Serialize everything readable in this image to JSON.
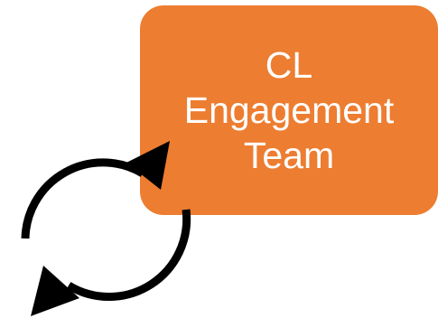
{
  "team_box": {
    "label_lines": [
      "CL",
      "Engagement",
      "Team"
    ],
    "fill_color": "#ED7D31",
    "text_color": "#FFFFFF"
  },
  "cycle_arrows": {
    "icon": "refresh-cycle-icon",
    "color": "#000000"
  }
}
